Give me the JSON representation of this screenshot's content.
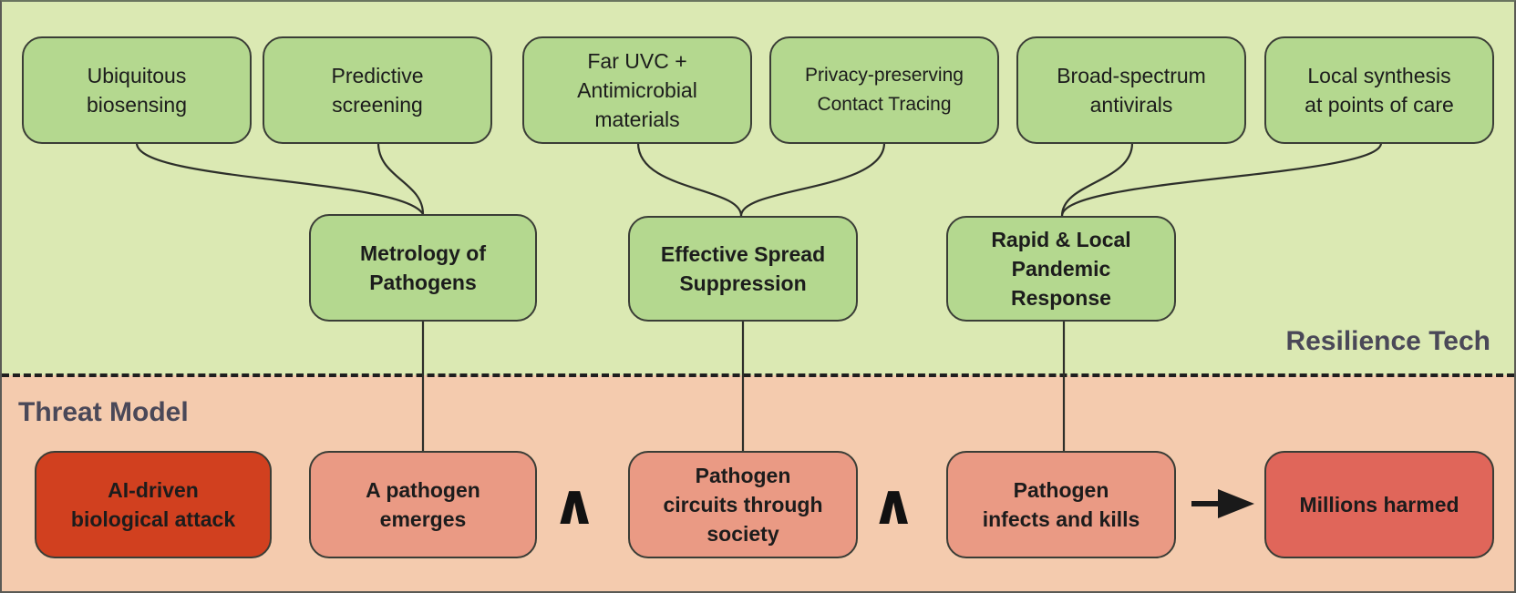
{
  "diagram": {
    "sections": {
      "top_label": "Resilience Tech",
      "bottom_label": "Threat Model"
    },
    "tech_leaves": [
      {
        "id": "ubiquitous-biosensing",
        "text": "Ubiquitous\nbiosensing",
        "parent": "metrology"
      },
      {
        "id": "predictive-screening",
        "text": "Predictive\nscreening",
        "parent": "metrology"
      },
      {
        "id": "far-uvc",
        "text": "Far UVC +\nAntimicrobial\nmaterials",
        "parent": "spread"
      },
      {
        "id": "contact-tracing",
        "text": "Privacy-preserving\nContact Tracing",
        "parent": "spread"
      },
      {
        "id": "antivirals",
        "text": "Broad-spectrum\nantivirals",
        "parent": "response"
      },
      {
        "id": "local-synthesis",
        "text": "Local synthesis\nat points of care",
        "parent": "response"
      }
    ],
    "tech_categories": [
      {
        "id": "metrology",
        "text": "Metrology of\nPathogens",
        "targets": "emerges"
      },
      {
        "id": "spread",
        "text": "Effective Spread\nSuppression",
        "targets": "circuits"
      },
      {
        "id": "response",
        "text": "Rapid & Local\nPandemic\nResponse",
        "targets": "infects"
      }
    ],
    "threat_chain": [
      {
        "id": "attack",
        "text": "AI-driven\nbiological attack",
        "fill": "#d1401f"
      },
      {
        "id": "emerges",
        "text": "A pathogen\nemerges",
        "fill": "#ea9a84"
      },
      {
        "id": "circuits",
        "text": "Pathogen\ncircuits through\nsociety",
        "fill": "#ea9a84"
      },
      {
        "id": "infects",
        "text": "Pathogen\ninfects and kills",
        "fill": "#ea9a84"
      },
      {
        "id": "harmed",
        "text": "Millions harmed",
        "fill": "#e0665a"
      }
    ],
    "operators": {
      "and_symbol": "∧",
      "arrow_symbol": "→"
    },
    "colors": {
      "tech_zone": "#dbe9b3",
      "threat_zone": "#f4cbae",
      "tech_node": "#b4d88f",
      "section_label": "#4a4858"
    }
  }
}
